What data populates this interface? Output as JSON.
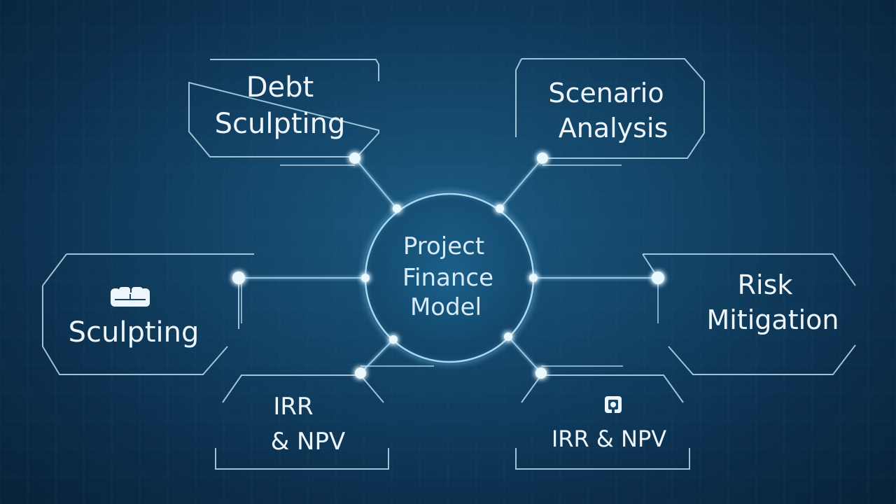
{
  "hub": {
    "lines": [
      "Project",
      "Finance",
      "Model"
    ]
  },
  "nodes": {
    "debt_sculpting": {
      "lines": [
        "Debt",
        "Sculpting"
      ]
    },
    "scenario_analysis": {
      "lines": [
        "Scenario",
        "Analysis"
      ]
    },
    "sculpting": {
      "lines": [
        "Sculpting"
      ],
      "icon": "sofa-icon"
    },
    "risk_mitigation": {
      "lines": [
        "Risk",
        "Mitigation"
      ]
    },
    "irr_npv_left": {
      "lines": [
        "IRR",
        "& NPV"
      ]
    },
    "irr_npv_right": {
      "lines": [
        "IRR & NPV"
      ],
      "icon": "scan-icon"
    }
  },
  "colors": {
    "background": "#134568",
    "line": "#9fd2ee",
    "glow": "#e8f8ff",
    "text": "#eef6fc"
  }
}
